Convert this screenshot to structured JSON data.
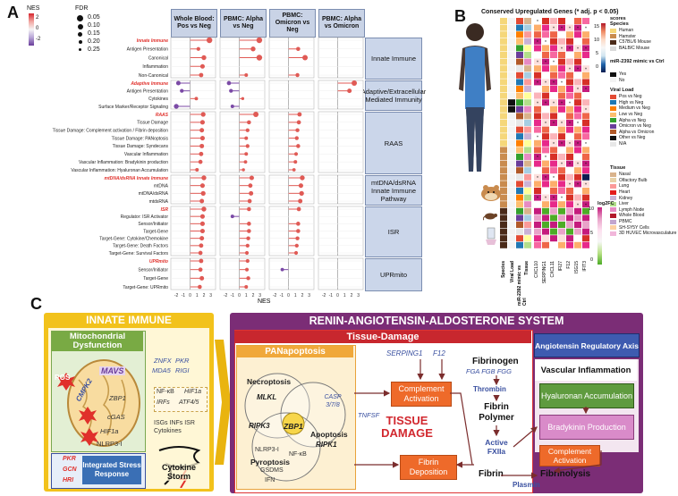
{
  "panel_a": {
    "letter": "A",
    "nes_title": "NES",
    "nes_ticks": [
      "2",
      "0",
      "-2"
    ],
    "fdr_title": "FDR",
    "fdr_levels": [
      "0.05",
      "0.10",
      "0.15",
      "0.20",
      "0.25"
    ],
    "columns": [
      "Whole Blood: Pos vs Neg",
      "PBMC: Alpha vs Neg",
      "PBMC: Omicron vs Neg",
      "PBMC: Alpha vs Omicron"
    ],
    "x_ticks": [
      "-2",
      "-1",
      "0",
      "1",
      "2",
      "3"
    ],
    "x_label": "NES",
    "groups": [
      {
        "name": "Innate Immune",
        "rows": [
          "Innate Immune",
          "Antigen Presentation",
          "Canonical",
          "Inflammation",
          "Non-Canonical"
        ]
      },
      {
        "name": "Adaptive/Extracellular Mediated Immunity",
        "rows": [
          "Adaptive Immune",
          "Antigen Presentation",
          "Cytokines",
          "Surface Marker/Receptor Signaling"
        ]
      },
      {
        "name": "RAAS",
        "rows": [
          "RAAS",
          "Tissue Damage",
          "Tissue Damage: Complement activation / Fibrin deposition",
          "Tissue Damage: PANoptosis",
          "Tissue Damage: Syndecans",
          "Vascular Inflammation",
          "Vascular Inflammation: Bradykinin production",
          "Vascular Inflammation: Hyaluronan Accumulation"
        ]
      },
      {
        "name": "mtDNA/dsRNA Innate Immune Pathway",
        "rows": [
          "mtDNA/dsRNA Innate Immune",
          "mtDNA",
          "mtDNA/dsRNA",
          "mtdsRNA"
        ]
      },
      {
        "name": "ISR",
        "rows": [
          "ISR",
          "Regulator: ISR Activator",
          "Sensor/Initiator",
          "Target-Gene",
          "Target-Gene: Cytokine/Chemokine",
          "Target-Gene: Death Factors",
          "Target-Gene: Survival Factors"
        ]
      },
      {
        "name": "UPRmito",
        "rows": [
          "UPRmito",
          "Sensor/Initiator",
          "Target-Gene",
          "Target-Gene: UPRmito"
        ]
      }
    ]
  },
  "panel_b": {
    "letter": "B",
    "title": "Conserved Upregulated Genes (* adj. p < 0.05)",
    "score_title": "scores",
    "score_ticks": [
      "15",
      "10",
      "5",
      "0"
    ],
    "species_title": "Species",
    "species": [
      "Human",
      "Hamster",
      "C57BL/6 Mouse",
      "BALB/C Mouse"
    ],
    "mir_title": "miR-2392 mimic vs Ctrl",
    "mir": [
      "Yes",
      "No"
    ],
    "viral_title": "Viral Load",
    "viral": [
      "Pos vs Neg",
      "High vs Neg",
      "Medium vs Neg",
      "Low vs Neg",
      "Alpha vs Neg",
      "Omicron vs Neg",
      "Alpha vs Omicron",
      "Other vs Neg",
      "N/A"
    ],
    "tissue_title": "Tissue",
    "tissue": [
      "Nasal",
      "Olfactory Bulb",
      "Lung",
      "Heart",
      "Kidney",
      "Liver",
      "Lymph Node",
      "Whole Blood",
      "PBMC",
      "SH-SY5Y Cells",
      "3D HUVEC Microvasculature Tissue"
    ],
    "logfc_title": "log2FC",
    "logfc_ticks": [
      "10",
      "5",
      "0"
    ],
    "bottom_labels": [
      "Species",
      "Viral Load",
      "miR-2392 mimic vs Ctrl",
      "Tissue",
      "CXCL10",
      "SERPING1",
      "CXCL11",
      "IFI27",
      "F12",
      "ISG15",
      "IFIT3"
    ]
  },
  "panel_c": {
    "letter": "C",
    "innate": {
      "title": "INNATE IMMUNE",
      "mito_title": "Mitochondrial Dysfunction",
      "ros": "ROS",
      "cmpk2": "CMPK2",
      "mavs": "MAVS",
      "mito_genes": [
        "ZBP1",
        "cGAS",
        "HIF1a",
        "NLRP3-I"
      ],
      "receptors": [
        "ZNFX",
        "PKR",
        "MDA5",
        "RIGI"
      ],
      "signals": [
        "NF-κB",
        "HIF1a",
        "IRFs",
        "ATF4/5"
      ],
      "outputs": "ISGs INFs ISR Cytokines",
      "isr_kinases": [
        "PKR",
        "GCN",
        "HRI"
      ],
      "isr_label": "Integrated Stress Response",
      "storm": "Cytokine Storm"
    },
    "raas": {
      "title": "RENIN-ANGIOTENSIN-ALDOSTERONE SYSTEM",
      "tissue_damage": "Tissue-Damage",
      "panapoptosis": "PANapoptosis",
      "necroptosis": "Necroptosis",
      "mlkl": "MLKL",
      "casp": "CASP 3/7/8",
      "ripk3": "RIPK3",
      "zbp1": "ZBP1",
      "apoptosis": "Apoptosis",
      "ripk1": "RIPK1",
      "nlrp3": "NLRP3-I",
      "pyroptosis": "Pyroptosis",
      "gsdms": "GSDMS",
      "ifn": "IFN",
      "nfkb": "NF-κB",
      "tnfsf": "TNFSF",
      "serping": "SERPING1",
      "f12": "F12",
      "complement": "Complement Activation",
      "center_damage": "TISSUE DAMAGE",
      "fibrin_dep": "Fibrin Deposition",
      "fibrinogen": "Fibrinogen",
      "fga": "FGA FGB FGG",
      "thrombin": "Thrombin",
      "polymer": "Fibrin Polymer",
      "active": "Active FXIIa",
      "fibrin": "Fibrin",
      "fibrinolysis": "Fibrinolysis",
      "plasmin": "Plasmin",
      "ang_axis": "Angiotensin Regulatory Axis",
      "vasc_infl": "Vascular Inflammation",
      "hyaluronan": "Hyaluronan Accumulation",
      "bradykinin": "Bradykinin Production",
      "comp_act2": "Complement Activation"
    }
  }
}
